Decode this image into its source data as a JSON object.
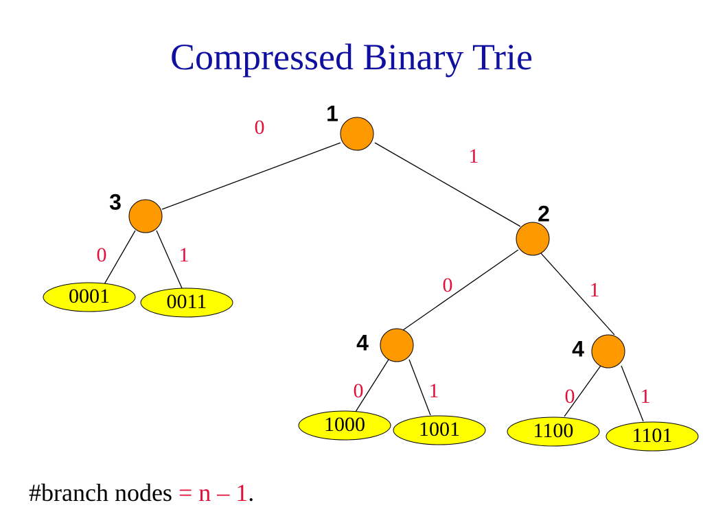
{
  "title": "Compressed Binary Trie",
  "colors": {
    "title": "#1010a0",
    "branch_node_fill": "#ff9900",
    "leaf_fill": "#ffff00",
    "edge_label": "#e0103a",
    "text": "#000000"
  },
  "branch_nodes": [
    {
      "id": "root",
      "bit_index": "1"
    },
    {
      "id": "n3",
      "bit_index": "3"
    },
    {
      "id": "n2",
      "bit_index": "2"
    },
    {
      "id": "n4a",
      "bit_index": "4"
    },
    {
      "id": "n4b",
      "bit_index": "4"
    }
  ],
  "leaves": [
    {
      "id": "l0001",
      "key": "0001"
    },
    {
      "id": "l0011",
      "key": "0011"
    },
    {
      "id": "l1000",
      "key": "1000"
    },
    {
      "id": "l1001",
      "key": "1001"
    },
    {
      "id": "l1100",
      "key": "1100"
    },
    {
      "id": "l1101",
      "key": "1101"
    }
  ],
  "edges": [
    {
      "from": "root",
      "to": "n3",
      "label": "0"
    },
    {
      "from": "root",
      "to": "n2",
      "label": "1"
    },
    {
      "from": "n3",
      "to": "l0001",
      "label": "0"
    },
    {
      "from": "n3",
      "to": "l0011",
      "label": "1"
    },
    {
      "from": "n2",
      "to": "n4a",
      "label": "0"
    },
    {
      "from": "n2",
      "to": "n4b",
      "label": "1"
    },
    {
      "from": "n4a",
      "to": "l1000",
      "label": "0"
    },
    {
      "from": "n4a",
      "to": "l1001",
      "label": "1"
    },
    {
      "from": "n4b",
      "to": "l1100",
      "label": "0"
    },
    {
      "from": "n4b",
      "to": "l1101",
      "label": "1"
    }
  ],
  "footer": {
    "prefix": "#branch nodes ",
    "equals": "=",
    "expr": " n – 1",
    "suffix": "."
  }
}
